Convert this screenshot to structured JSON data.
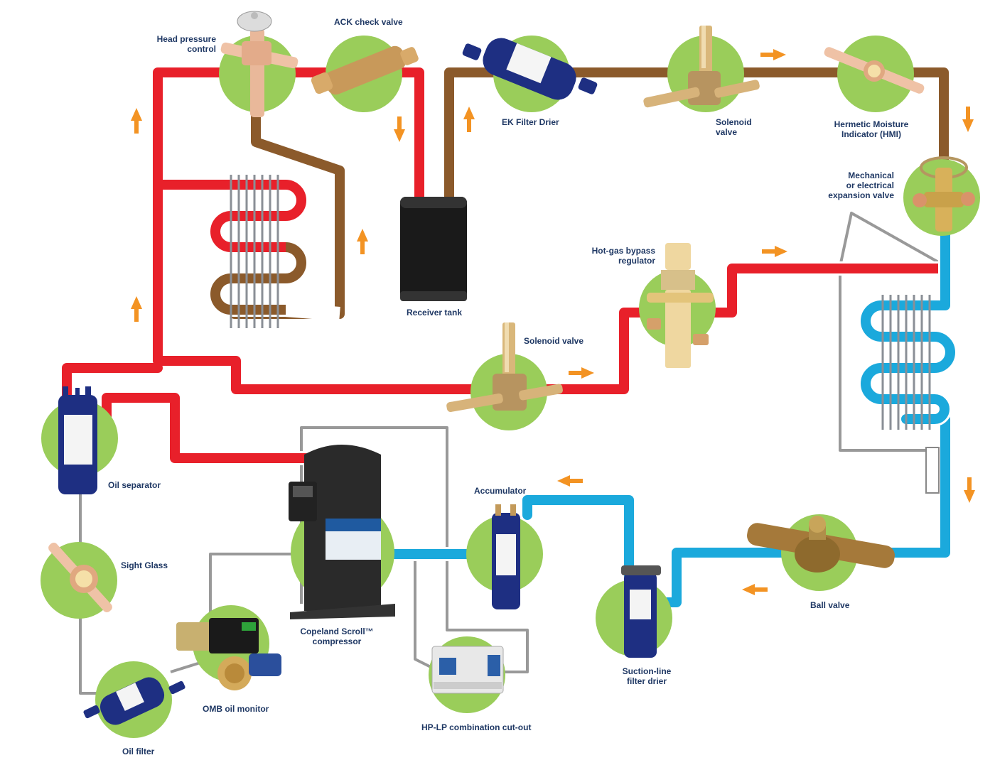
{
  "colors": {
    "hot_gas": "#e8202a",
    "liquid": "#8b5a2b",
    "suction": "#1ba9dc",
    "signal": "#999999",
    "component_circle": "#9acd5a",
    "arrow": "#f39323",
    "label": "#1f3864",
    "filter_body": "#1e2f82",
    "brass": "#d4aa5a",
    "receiver": "#1a1a1a"
  },
  "components": {
    "head_pressure": {
      "label": "Head pressure\ncontrol",
      "icon": "head-pressure-valve-icon"
    },
    "ack_check": {
      "label": "ACK check valve",
      "icon": "check-valve-icon"
    },
    "ek_filter": {
      "label": "EK Filter Drier",
      "icon": "filter-drier-icon"
    },
    "solenoid_top": {
      "label": "Solenoid\nvalve",
      "icon": "solenoid-valve-icon"
    },
    "hmi": {
      "label": "Hermetic Moisture\nIndicator (HMI)",
      "icon": "moisture-indicator-icon"
    },
    "expansion": {
      "label": "Mechanical\nor electrical\nexpansion valve",
      "icon": "expansion-valve-icon"
    },
    "hot_gas_bypass": {
      "label": "Hot-gas bypass\nregulator",
      "icon": "bypass-regulator-icon"
    },
    "receiver": {
      "label": "Receiver tank",
      "icon": "receiver-tank-icon"
    },
    "solenoid_mid": {
      "label": "Solenoid valve",
      "icon": "solenoid-valve-icon"
    },
    "oil_separator": {
      "label": "Oil separator",
      "icon": "oil-separator-icon"
    },
    "accumulator": {
      "label": "Accumulator",
      "icon": "accumulator-icon"
    },
    "sight_glass": {
      "label": "Sight Glass",
      "icon": "sight-glass-icon"
    },
    "compressor": {
      "label": "Copeland Scroll™\ncompressor",
      "icon": "scroll-compressor-icon"
    },
    "ball_valve": {
      "label": "Ball valve",
      "icon": "ball-valve-icon"
    },
    "suction_drier": {
      "label": "Suction-line\nfilter drier",
      "icon": "suction-filter-icon"
    },
    "omb": {
      "label": "OMB oil monitor",
      "icon": "oil-monitor-icon"
    },
    "hplp": {
      "label": "HP-LP combination cut-out",
      "icon": "pressure-cutout-icon"
    },
    "oil_filter": {
      "label": "Oil filter",
      "icon": "oil-filter-icon"
    }
  },
  "coils": {
    "condenser": {
      "icon": "condenser-coil-icon"
    },
    "evaporator": {
      "icon": "evaporator-coil-icon"
    }
  },
  "flow_arrows": {
    "icon": "flow-arrow-icon"
  }
}
